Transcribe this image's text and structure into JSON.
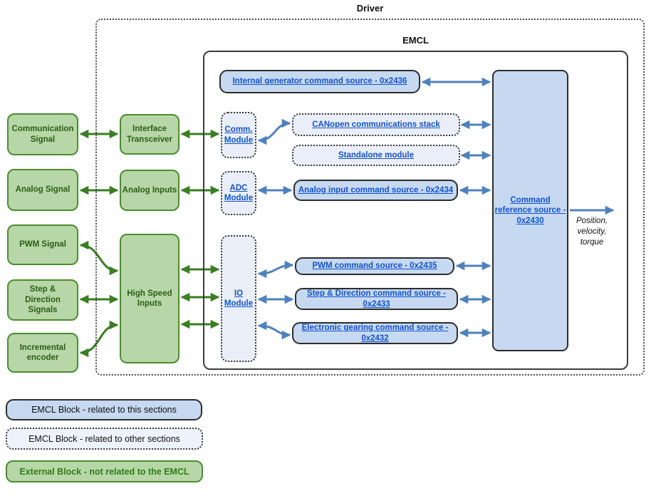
{
  "diagram": {
    "title": "Driver",
    "emcl_label": "EMCL"
  },
  "blocks": {
    "communication_signal": {
      "label": "Communication Signal"
    },
    "analog_signal": {
      "label": "Analog Signal"
    },
    "pwm_signal": {
      "label": "PWM Signal"
    },
    "step_direction_signals": {
      "label": "Step & Direction Signals"
    },
    "incremental_encoder": {
      "label": "Incremental encoder"
    },
    "interface_transceiver": {
      "label": "Interface Transceiver"
    },
    "analog_inputs": {
      "label": "Analog Inputs"
    },
    "high_speed_inputs": {
      "label": "High Speed Inputs"
    },
    "comm_module": {
      "label": "Comm. Module"
    },
    "adc_module": {
      "label": "ADC Module"
    },
    "io_module": {
      "label": "IO Module"
    },
    "internal_generator": {
      "label": "Internal generator command source - 0x2436"
    },
    "canopen_stack": {
      "label": "CANopen communications stack"
    },
    "standalone_module": {
      "label": "Standalone module"
    },
    "analog_input_cmd": {
      "label": "Analog input command source - 0x2434"
    },
    "pwm_cmd": {
      "label": "PWM command source - 0x2435"
    },
    "step_direction_cmd": {
      "label": "Step & Direction command source - 0x2433"
    },
    "electronic_gearing_cmd": {
      "label": "Electronic gearing command source - 0x2432"
    },
    "command_reference": {
      "label": "Command reference source - 0x2430"
    }
  },
  "output": {
    "label": "Position, velocity, torque"
  },
  "legend": {
    "items": [
      {
        "label": "EMCL Block - related to this sections",
        "style": "emcl-solid"
      },
      {
        "label": "EMCL Block - related to other sections",
        "style": "emcl-dotted"
      },
      {
        "label": "External Block - not related to the EMCL",
        "style": "external"
      }
    ]
  },
  "colors": {
    "emcl_block_fill": "#c6d9f1",
    "emcl_other_fill": "#e9eef8",
    "external_fill": "#b7d7a8",
    "external_border": "#4a8c30",
    "external_text": "#2b5d14",
    "blue_arrow": "#4f81bd",
    "green_arrow": "#3a7d22",
    "link_text": "#1353c9",
    "box_border": "#2d2d2d"
  }
}
